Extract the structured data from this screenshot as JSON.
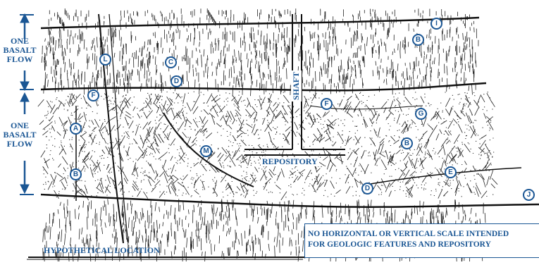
{
  "colors": {
    "ink": "#111111",
    "label": "#1a5694",
    "background": "#ffffff"
  },
  "flow_labels": [
    {
      "text": "ONE\nBASALT\nFLOW"
    },
    {
      "text": "ONE\nBASALT\nFLOW"
    }
  ],
  "shaft_label": "SHAFT",
  "repository_label": "REPOSITORY",
  "location_label": "HYPOTHETICAL LOCATION",
  "note": {
    "line1": "NO HORIZONTAL  OR VERTICAL  SCALE INTENDED",
    "line2": "FOR GEOLOGIC FEATURES AND REPOSITORY"
  },
  "markers": [
    {
      "letter": "I"
    },
    {
      "letter": "B"
    },
    {
      "letter": "L"
    },
    {
      "letter": "C"
    },
    {
      "letter": "D"
    },
    {
      "letter": "F"
    },
    {
      "letter": "F"
    },
    {
      "letter": "G"
    },
    {
      "letter": "A"
    },
    {
      "letter": "M"
    },
    {
      "letter": "B"
    },
    {
      "letter": "B"
    },
    {
      "letter": "E"
    },
    {
      "letter": "D"
    },
    {
      "letter": "J"
    }
  ]
}
